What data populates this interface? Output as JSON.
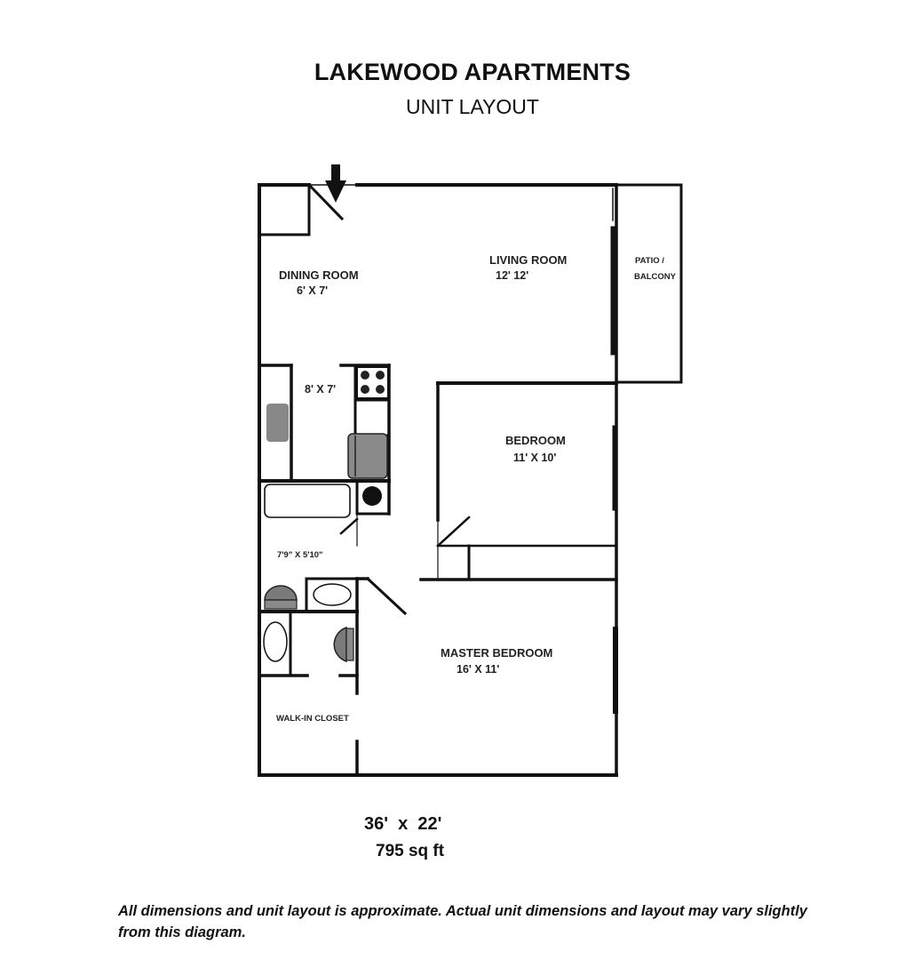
{
  "header": {
    "title": "LAKEWOOD APARTMENTS",
    "subtitle": "UNIT LAYOUT"
  },
  "rooms": {
    "dining_room": {
      "label": "DINING ROOM",
      "dimensions": "6' X 7'"
    },
    "living_room": {
      "label": "LIVING ROOM",
      "dimensions": "12' 12'"
    },
    "patio": {
      "label_line1": "PATIO /",
      "label_line2": "BALCONY"
    },
    "kitchen": {
      "dimensions": "8' X 7'"
    },
    "bathroom": {
      "dimensions": "7'9\" X 5'10\""
    },
    "bedroom": {
      "label": "BEDROOM",
      "dimensions": "11' X 10'"
    },
    "master_bedroom": {
      "label": "MASTER BEDROOM",
      "dimensions": "16' X 11'"
    },
    "walk_in_closet": {
      "label": "WALK-IN CLOSET"
    }
  },
  "icons": {
    "entry": "entry-arrow-icon"
  },
  "summary": {
    "overall_dimensions": "36'  x  22'",
    "area": "795 sq ft"
  },
  "footer": {
    "disclaimer": "All dimensions and unit layout is approximate. Actual unit dimensions and layout may vary slightly from this diagram."
  }
}
